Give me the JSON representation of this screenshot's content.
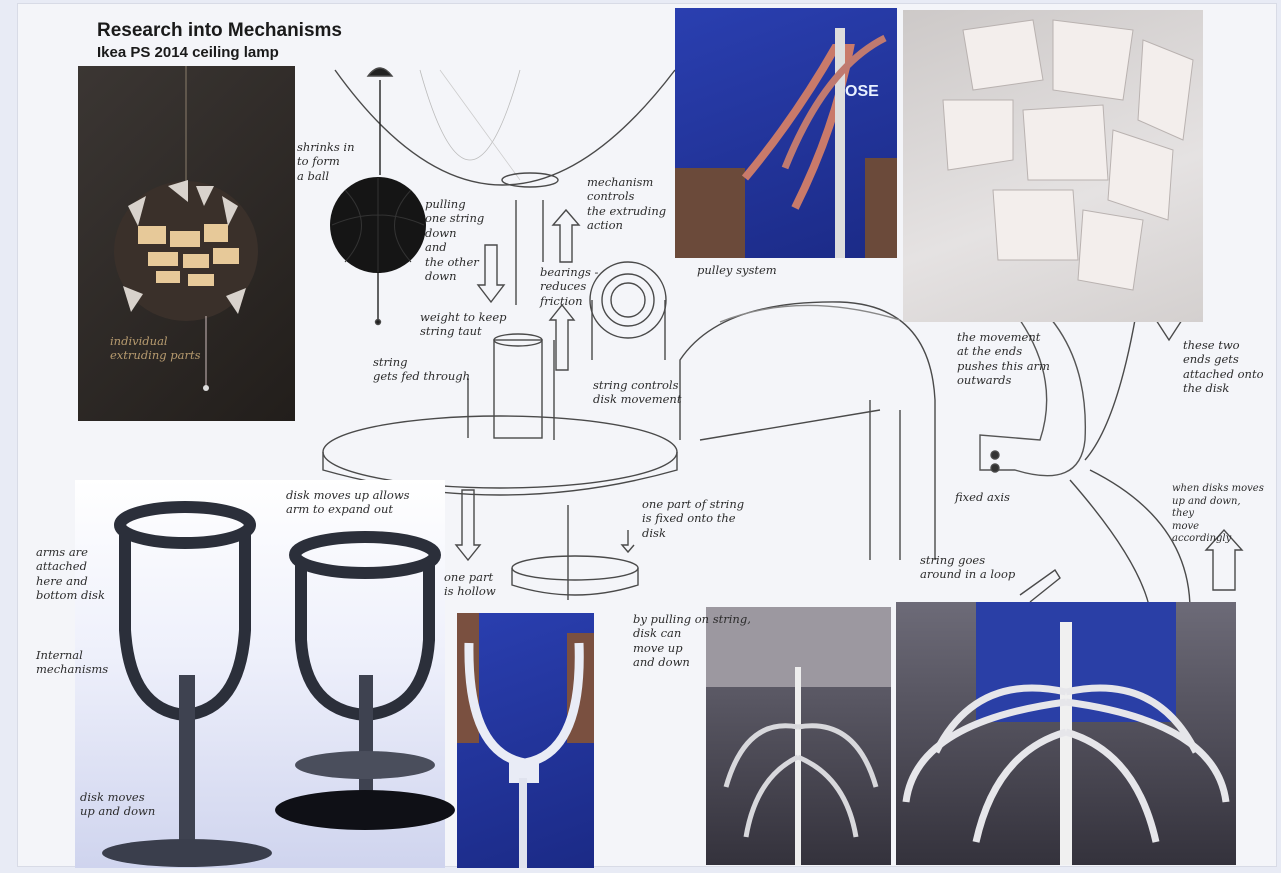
{
  "header": {
    "title": "Research into Mechanisms",
    "subtitle": "Ikea PS 2014 ceiling lamp"
  },
  "annotations": {
    "individual_parts": "individual\nextruding parts",
    "shrinks": "shrinks in\nto form\na ball",
    "pulling": "pulling\none string\ndown\nand\nthe other\ndown",
    "mechanism": "mechanism\ncontrols\nthe extruding\naction",
    "weight": "weight to keep\nstring taut",
    "bearings": "bearings -\nreduces\nfriction",
    "pulley": "pulley system",
    "string_fed": "string\ngets fed through",
    "string_controls": "string controls\ndisk movement",
    "movement_ends": "the movement\nat the ends\npushes this arm\noutwards",
    "two_ends": "these two\nends gets\nattached onto\nthe disk",
    "fixed_axis": "fixed axis",
    "disks_move": "when disks moves\nup and down,\nthey\nmove\naccordingly",
    "string_loop": "string goes\naround in a loop",
    "disk_moves_up": "disk moves up allows\narm to expand out",
    "one_part_fixed": "one part of string\nis fixed onto the\ndisk",
    "one_part_hollow": "one part\nis hollow",
    "by_pulling": "by pulling on string,\ndisk can\nmove up\nand down",
    "arms_attached": "arms are\nattached\nhere and\nbottom disk",
    "internal": "Internal\nmechanisms",
    "disk_updown": "disk moves\nup and down"
  },
  "photo_text": {
    "shirt_text": "OSE"
  },
  "colors": {
    "paper": "#f4f5f9",
    "pencil": "#3a3a3a",
    "shirt_blue": "#2238a8"
  }
}
